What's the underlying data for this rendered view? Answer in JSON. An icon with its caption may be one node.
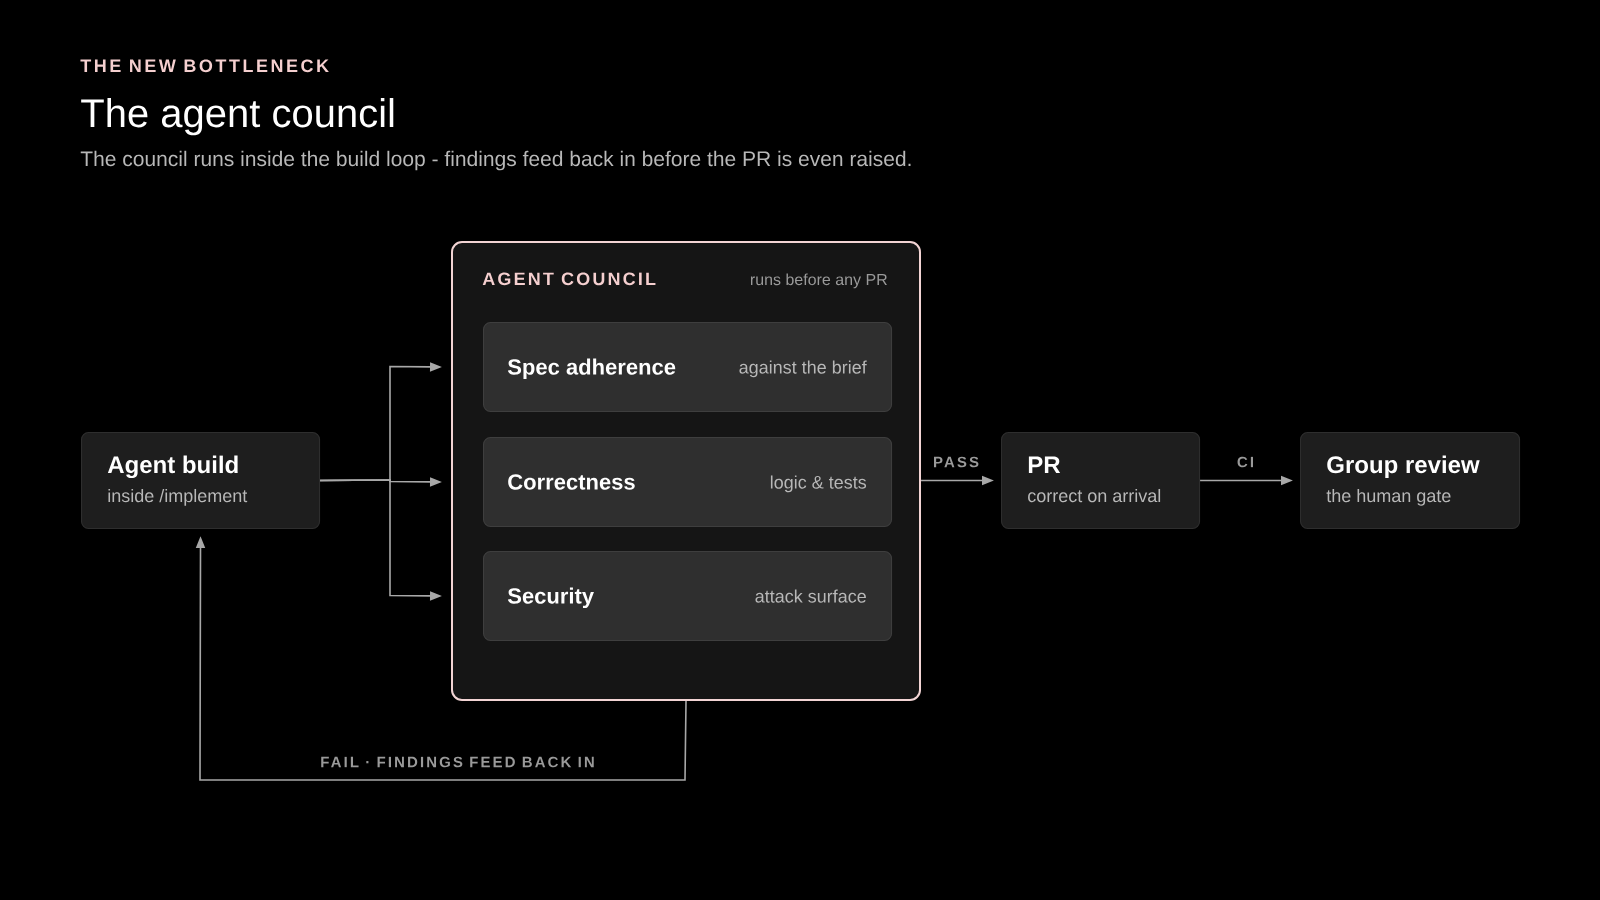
{
  "diagram": {
    "title": "The agent council",
    "nodes": [
      {
        "text": [
          "Agent build",
          "inside /implement"
        ]
      },
      {
        "text": [
          "AGENT COUNCIL",
          "runs before any PR"
        ]
      },
      {
        "text": [
          "Spec adherence",
          "against the brief"
        ],
        "in": 1
      },
      {
        "text": [
          "Correctness",
          "logic & tests"
        ],
        "in": 1
      },
      {
        "text": [
          "Security",
          "attack surface"
        ],
        "in": 1
      },
      {
        "text": [
          "PR",
          "correct on arrival"
        ]
      },
      {
        "text": [
          "Group review",
          "the human gate"
        ]
      }
    ],
    "edges": [
      {
        "from": 0,
        "to": 2,
        "arrow": "to"
      },
      {
        "from": 0,
        "to": 3,
        "arrow": "to"
      },
      {
        "from": 0,
        "to": 4,
        "arrow": "to"
      },
      {
        "from": 1,
        "to": 5,
        "arrow": "to",
        "label": "PASS"
      },
      {
        "from": 5,
        "to": 6,
        "arrow": "to",
        "label": "CI"
      },
      {
        "from": 1,
        "to": 0,
        "arrow": "to",
        "label": "FAIL · FINDINGS FEED BACK IN"
      }
    ],
    "labels": [
      "THE NEW BOTTLENECK",
      "The council runs inside the build loop - findings feed back in before the PR is even raised."
    ]
  }
}
